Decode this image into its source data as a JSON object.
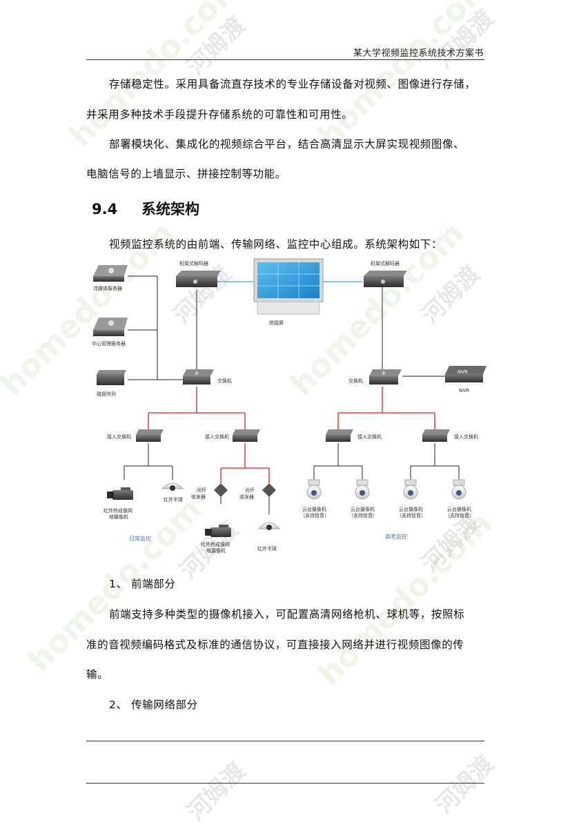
{
  "header": {
    "title": "某大学视频监控系统技术方案书"
  },
  "paragraphs": {
    "p1_line1": "存储稳定性。采用具备流直存技术的专业存储设备对视频、图像进行存储，",
    "p1_line2": "并采用多种技术手段提升存储系统的可靠性和可用性。",
    "p2_line1": "部署模块化、集成化的视频综合平台，结合高清显示大屏实现视频图像、",
    "p2_line2": "电脑信号的上墙显示、拼接控制等功能。",
    "intro": "视频监控系统的由前端、传输网络、监控中心组成。系统架构如下：",
    "front_line1": "前端支持多种类型的摄像机接入，可配置高清网络枪机、球机等，按照标",
    "front_line2": "准的音视频编码格式及标准的通信协议，可直接接入网络并进行视频图像的传",
    "front_line3": "输。"
  },
  "section": {
    "number": "9.4",
    "title": "系统架构"
  },
  "list": {
    "item1": "1、 前端部分",
    "item2": "2、 传输网络部分"
  },
  "diagram": {
    "left_decoder": "机架式解码器",
    "right_decoder": "机架式解码器",
    "screen": "拼接屏",
    "stream_server": "流媒体服务器",
    "mgmt_server": "中心管理服务器",
    "disk_array": "磁盘阵列",
    "left_switch": "交换机",
    "right_switch": "交换机",
    "nvr_badge": "NVR",
    "nvr_label": "NVR",
    "access_switch_1": "接入交换机",
    "access_switch_2": "接入交换机",
    "access_switch_3": "接入交换机",
    "access_switch_4": "接入交换机",
    "transceiver_1_a": "光纤",
    "transceiver_1_b": "收发器",
    "transceiver_2_a": "光纤",
    "transceiver_2_b": "收发器",
    "ir_cam_1_a": "红外热成像网",
    "ir_cam_1_b": "络摄像机",
    "ir_dome_1": "红外半球",
    "ir_cam_2_a": "红外热成像网",
    "ir_cam_2_b": "络摄像机",
    "ir_dome_2": "红外半球",
    "ptz_1_a": "云台摄像机",
    "ptz_1_b": "（支持拾音）",
    "ptz_2_a": "云台摄像机",
    "ptz_2_b": "（支持拾音）",
    "ptz_3_a": "云台摄像机",
    "ptz_3_b": "（支持拾音）",
    "ptz_4_a": "云台摄像机",
    "ptz_4_b": "（支持拾音）",
    "group_daily": "日常监控",
    "group_exam": "高考监控"
  },
  "watermark": {
    "en": "homedo.com",
    "cn": "河姆渡"
  },
  "colors": {
    "link_red": "#e02020",
    "link_blue": "#3aa0d8",
    "link_black": "#222222",
    "group_label": "#4a72c8"
  }
}
